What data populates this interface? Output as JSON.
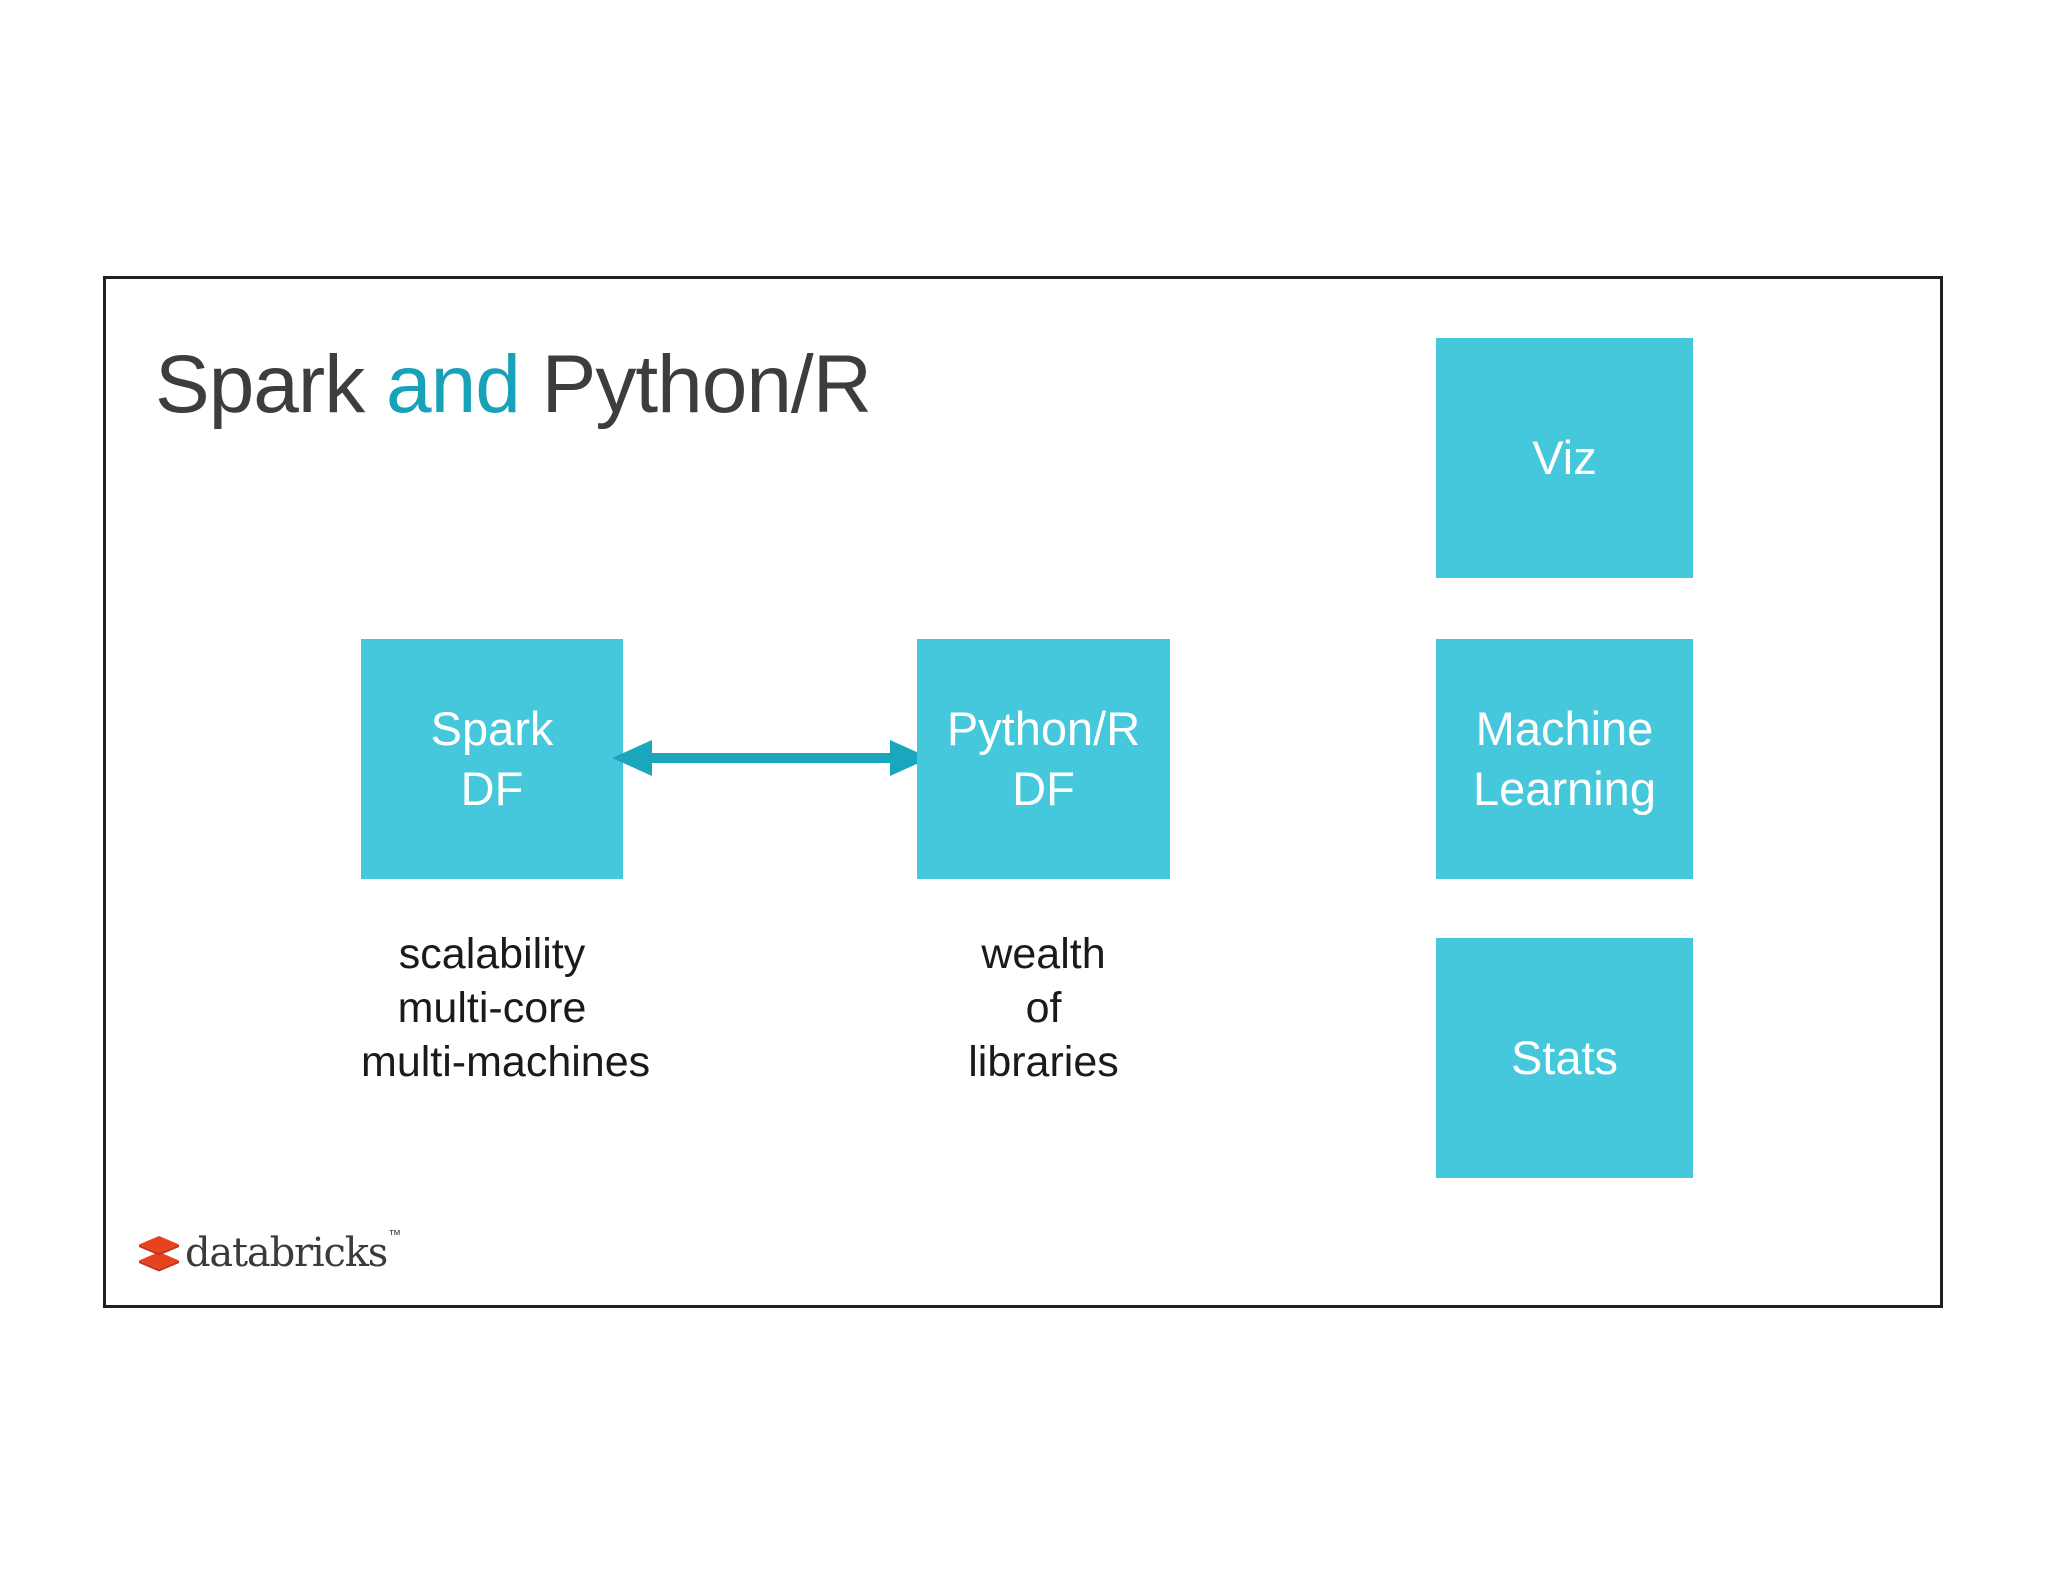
{
  "slide": {
    "title": {
      "part1": "Spark",
      "accent": "and",
      "part2": "Python/R",
      "accent_color": "#17a2b8",
      "text_color": "#3d3d3d"
    },
    "frame_border_color": "#231f20",
    "background_color": "#ffffff",
    "box_color": "#45c8dc",
    "arrow_color": "#1aa6bd",
    "boxes": [
      {
        "id": "spark-df",
        "line1": "Spark",
        "line2": "DF"
      },
      {
        "id": "pythonr-df",
        "line1": "Python/R",
        "line2": "DF"
      },
      {
        "id": "viz",
        "line1": "Viz",
        "line2": ""
      },
      {
        "id": "ml",
        "line1": "Machine",
        "line2": "Learning"
      },
      {
        "id": "stats",
        "line1": "Stats",
        "line2": ""
      }
    ],
    "captions": [
      {
        "id": "spark",
        "lines": [
          "scalability",
          "multi-core",
          "multi-machines"
        ]
      },
      {
        "id": "pythonr",
        "lines": [
          "wealth",
          "of",
          "libraries"
        ]
      }
    ],
    "connector": {
      "name": "double-headed-arrow",
      "from": "Spark DF",
      "to": "Python/R DF"
    },
    "logo": {
      "wordmark": "databricks",
      "trademark": "™",
      "mark_color": "#e8431f",
      "mark_color_dark": "#c4341a",
      "wordmark_color": "#3b3b3b"
    }
  }
}
